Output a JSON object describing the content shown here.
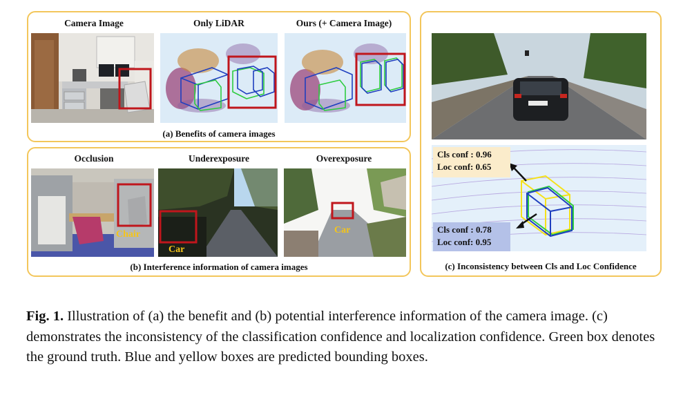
{
  "panel_a": {
    "headers": [
      "Camera Image",
      "Only LiDAR",
      "Ours (+ Camera Image)"
    ],
    "caption": "(a) Benefits of camera images"
  },
  "panel_b": {
    "headers": [
      "Occlusion",
      "Underexposure",
      "Overexposure"
    ],
    "caption": "(b) Interference information of camera images",
    "labels": [
      "Chair",
      "Car",
      "Car"
    ]
  },
  "panel_c": {
    "caption": "(c) Inconsistency between Cls and Loc Confidence",
    "conf_top": {
      "cls": "Cls conf : 0.96",
      "loc": "Loc conf: 0.65"
    },
    "conf_bottom": {
      "cls": "Cls conf : 0.78",
      "loc": "Loc conf: 0.95"
    }
  },
  "figure_caption": {
    "label": "Fig. 1.",
    "text": " Illustration of (a) the benefit and (b) potential interference information of the camera image. (c) demonstrates the inconsistency of the classification confidence and localization confidence. Green box denotes the ground truth. Blue and yellow boxes are predicted bounding boxes."
  },
  "colors": {
    "panel_border": "#f3c65a",
    "highlight_box": "#c0161c",
    "gt_box": "#2ecc40",
    "pred_blue": "#1f3fbf",
    "pred_yellow": "#f5e11a"
  }
}
